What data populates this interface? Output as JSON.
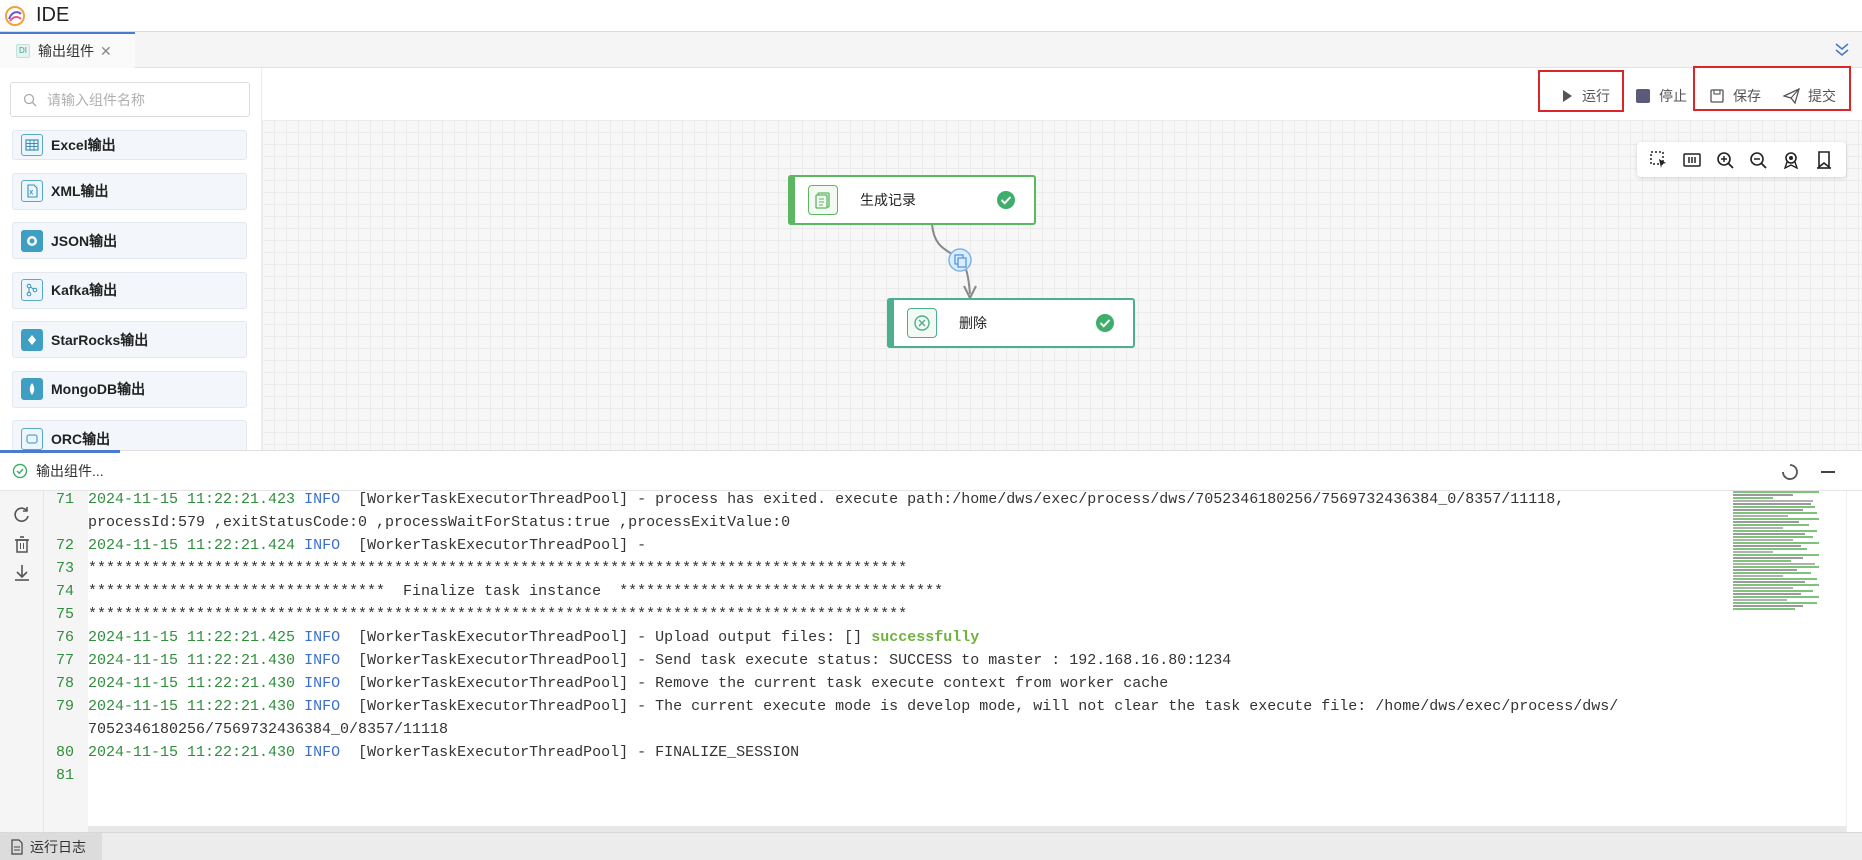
{
  "app": {
    "title": "IDE"
  },
  "tabs": [
    {
      "badge": "DI",
      "label": "输出组件",
      "close": "✕"
    }
  ],
  "sidebar": {
    "search_placeholder": "请输入组件名称",
    "components": [
      {
        "label": "Excel输出",
        "icon": "table-icon"
      },
      {
        "label": "XML输出",
        "icon": "xml-file-icon"
      },
      {
        "label": "JSON输出",
        "icon": "json-icon"
      },
      {
        "label": "Kafka输出",
        "icon": "kafka-icon"
      },
      {
        "label": "StarRocks输出",
        "icon": "starrocks-icon"
      },
      {
        "label": "MongoDB输出",
        "icon": "mongodb-icon"
      },
      {
        "label": "ORC输出",
        "icon": "orc-icon"
      }
    ]
  },
  "toolbar": {
    "run": "运行",
    "stop": "停止",
    "save": "保存",
    "submit": "提交"
  },
  "canvas": {
    "nodes": [
      {
        "label": "生成记录",
        "status": "success"
      },
      {
        "label": "删除",
        "status": "success"
      }
    ]
  },
  "log": {
    "title": "输出组件...",
    "lines": [
      {
        "n": "71",
        "ts": "2024-11-15 11:22:21.423",
        "level": "INFO",
        "msg": " [WorkerTaskExecutorThreadPool] - process has exited. execute path:/home/dws/exec/process/dws/7052346180256/7569732436384_0/8357/11118,"
      },
      {
        "n": "",
        "cont": "processId:579 ,exitStatusCode:0 ,processWaitForStatus:true ,processExitValue:0"
      },
      {
        "n": "72",
        "ts": "2024-11-15 11:22:21.424",
        "level": "INFO",
        "msg": " [WorkerTaskExecutorThreadPool] -"
      },
      {
        "n": "73",
        "cont": "*******************************************************************************************"
      },
      {
        "n": "74",
        "cont": "*********************************  Finalize task instance  ************************************"
      },
      {
        "n": "75",
        "cont": "*******************************************************************************************"
      },
      {
        "n": "76",
        "ts": "2024-11-15 11:22:21.425",
        "level": "INFO",
        "msg": " [WorkerTaskExecutorThreadPool] - Upload output files: [] ",
        "ok": "successfully"
      },
      {
        "n": "77",
        "ts": "2024-11-15 11:22:21.430",
        "level": "INFO",
        "msg": " [WorkerTaskExecutorThreadPool] - Send task execute status: SUCCESS to master : 192.168.16.80:1234"
      },
      {
        "n": "78",
        "ts": "2024-11-15 11:22:21.430",
        "level": "INFO",
        "msg": " [WorkerTaskExecutorThreadPool] - Remove the current task execute context from worker cache"
      },
      {
        "n": "79",
        "ts": "2024-11-15 11:22:21.430",
        "level": "INFO",
        "msg": " [WorkerTaskExecutorThreadPool] - The current execute mode is develop mode, will not clear the task execute file: /home/dws/exec/process/dws/"
      },
      {
        "n": "",
        "cont": "7052346180256/7569732436384_0/8357/11118"
      },
      {
        "n": "80",
        "ts": "2024-11-15 11:22:21.430",
        "level": "INFO",
        "msg": " [WorkerTaskExecutorThreadPool] - FINALIZE_SESSION"
      },
      {
        "n": "81",
        "cont": ""
      }
    ]
  },
  "statusbar": {
    "tab": "运行日志"
  },
  "colors": {
    "accent": "#4a7bd0",
    "node_green": "#5bb760",
    "highlight": "#d8262b",
    "log_time": "#2f8f3c",
    "log_level": "#3a6fd0"
  }
}
